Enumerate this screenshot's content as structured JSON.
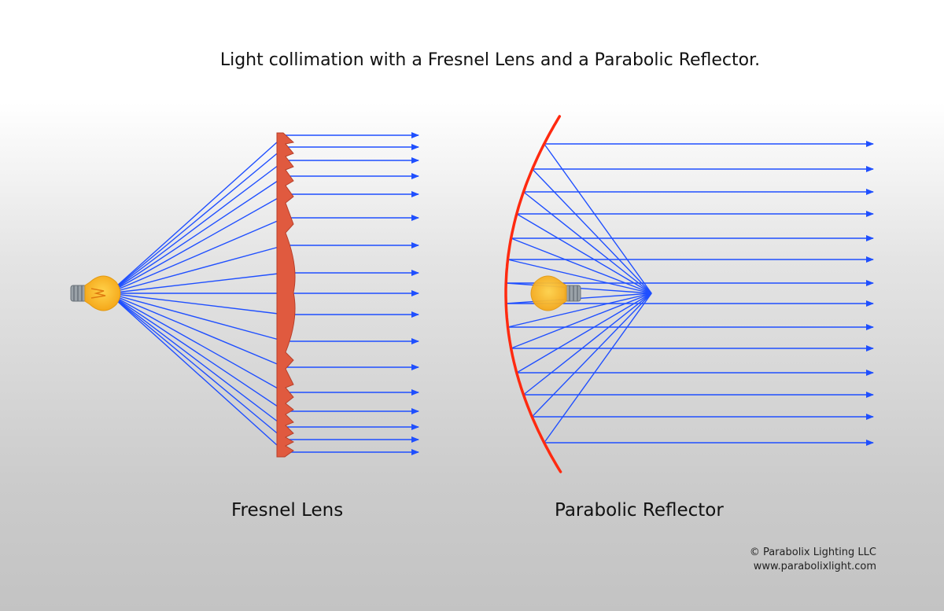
{
  "title": "Light collimation with a Fresnel Lens and a Parabolic Reflector.",
  "labels": {
    "fresnel": "Fresnel Lens",
    "parabolic": "Parabolic Reflector"
  },
  "credit": {
    "line1": "© Parabolix Lighting LLC",
    "line2": "www.parabolixlight.com"
  },
  "colors": {
    "ray": "#1f4fff",
    "lens": "#e05a3f",
    "reflector": "#ff2a10",
    "bulb": "#f7b21b"
  },
  "icons": [
    "light-bulb-icon",
    "fresnel-lens",
    "parabolic-reflector"
  ]
}
